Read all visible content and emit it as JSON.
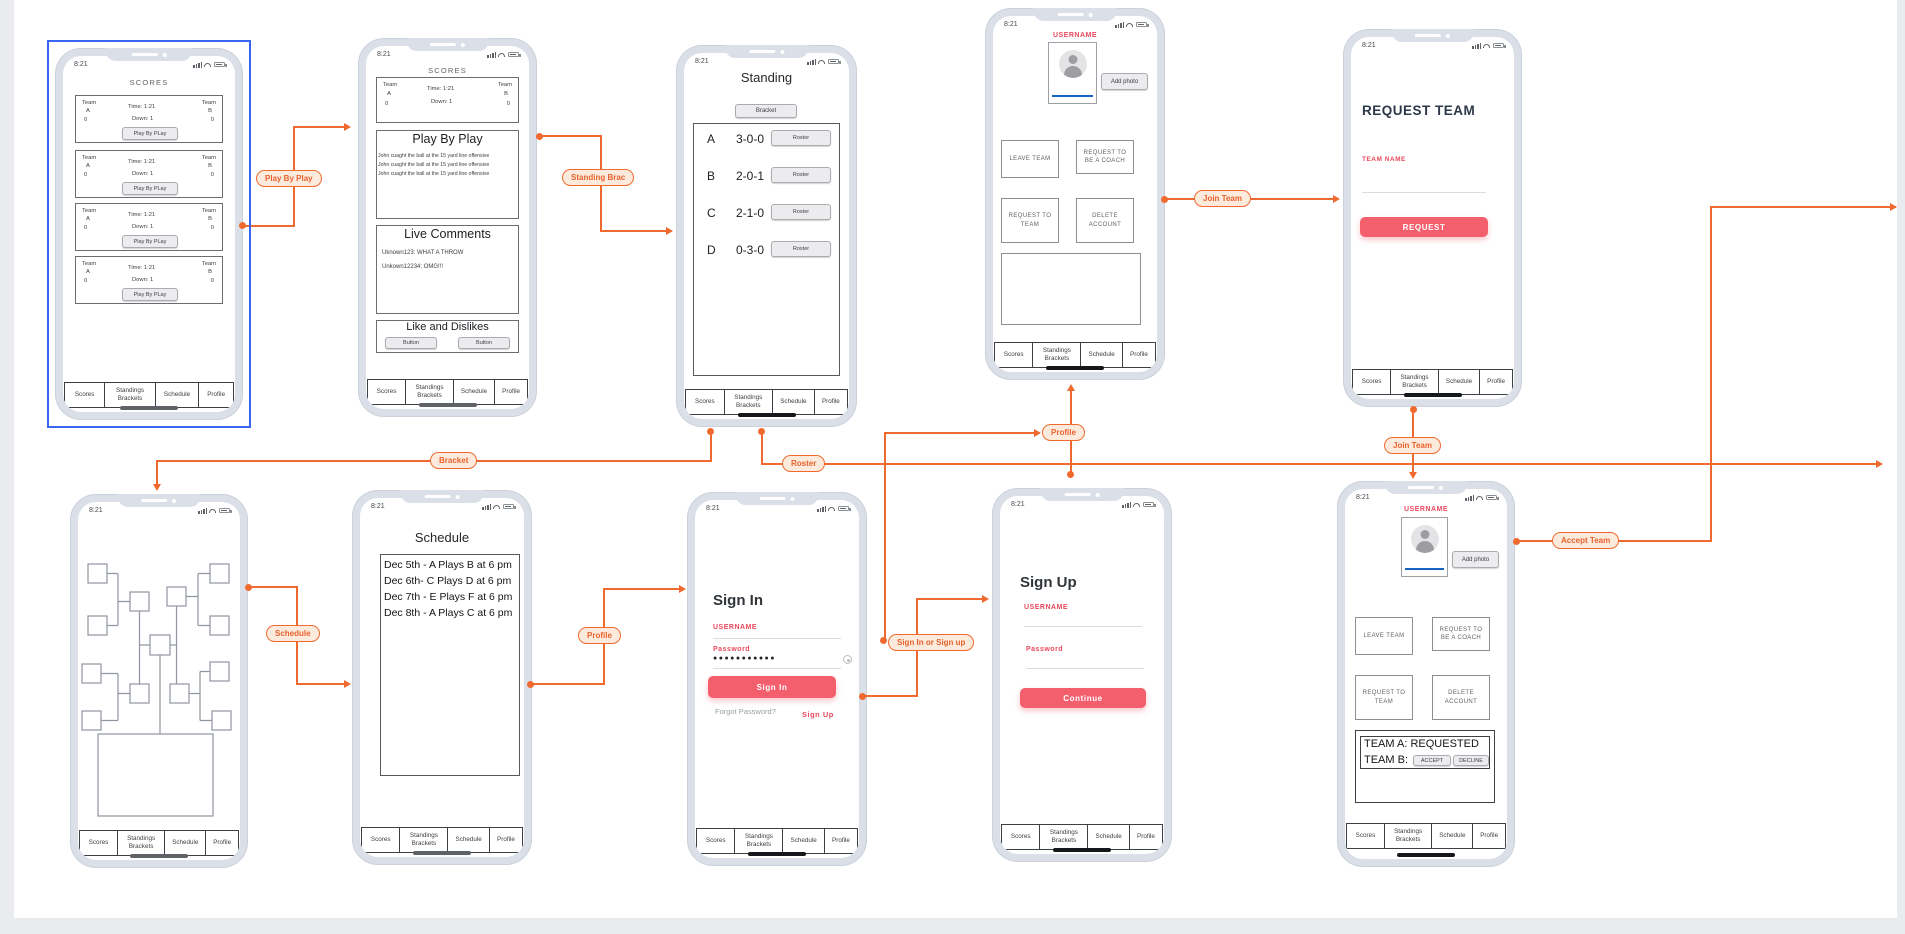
{
  "status": {
    "time": "8:21"
  },
  "nav": {
    "scores": "Scores",
    "standings": "Standings Brackets",
    "schedule": "Schedule",
    "profile": "Profile"
  },
  "scorecard": {
    "team_label": "Team",
    "team_a": "A",
    "team_b": "B",
    "score": "0",
    "time": "Time: 1:21",
    "down": "Down: 1",
    "button": "Play By PLay"
  },
  "screens": {
    "scores": {
      "title": "SCORES"
    },
    "game": {
      "title": "SCORES",
      "pbp_title": "Play By Play",
      "pbp_line": "John cuaght the ball at the 15 yard line offensive",
      "comments_title": "Live Comments",
      "comment_1": "Uknown123: WHAT A THROW",
      "comment_2": "Unkown12234: OMG!!!",
      "likes_title": "Like and Dislikes",
      "like_button": "Button"
    },
    "standing": {
      "title": "Standing",
      "bracket_button": "Bracket",
      "roster_button": "Roster",
      "rows": [
        {
          "team": "A",
          "record": "3-0-0"
        },
        {
          "team": "B",
          "record": "2-0-1"
        },
        {
          "team": "C",
          "record": "2-1-0"
        },
        {
          "team": "D",
          "record": "0-3-0"
        }
      ]
    },
    "profile": {
      "username": "USERNAME",
      "add_photo": "Add photo",
      "leave_team": "LEAVE TEAM",
      "request_coach": "REQUEST TO BE A COACH",
      "request_team": "REQUEST TO TEAM",
      "delete_account": "DELETE ACCOUNT"
    },
    "request_team": {
      "title": "REQUEST TEAM",
      "team_name_label": "TEAM NAME",
      "request_button": "REQUEST"
    },
    "schedule": {
      "title": "Schedule",
      "items": [
        "Dec 5th - A Plays B at 6 pm",
        "Dec 6th- C Plays D at 6 pm",
        "Dec 7th - E Plays F at 6 pm",
        "Dec 8th - A Plays C at 6 pm"
      ]
    },
    "sign_in": {
      "title": "Sign In",
      "username_label": "USERNAME",
      "password_label": "Password",
      "password_value": "●●●●●●●●●●●",
      "button": "Sign In",
      "forgot": "Forgot Password?",
      "sign_up": "Sign Up"
    },
    "sign_up": {
      "title": "Sign Up",
      "username_label": "USERNAME",
      "password_label": "Password",
      "button": "Continue"
    },
    "requests": {
      "team_a": "TEAM A: REQUESTED",
      "team_b": "TEAM B:",
      "accept": "ACCEPT",
      "decline": "DECLINE"
    }
  },
  "connectors": {
    "play_by_play": "Play By Play",
    "standing_brac": "Standing Brac",
    "join_team_top": "Join Team",
    "profile_top": "Profile",
    "bracket": "Bracket",
    "roster": "Roster",
    "schedule": "Schedule",
    "profile_bottom": "Profile",
    "sign_in_or_sign_up": "Sign In or Sign up",
    "join_team_bottom": "Join Team",
    "accept_team": "Accept Team"
  },
  "colors": {
    "accent_orange": "#F06A2F",
    "accent_pink": "#F45F6E",
    "label_red": "#E8485C",
    "title_navy": "#2D3848",
    "selection_blue": "#3B66F5",
    "progress_blue": "#1565C0"
  }
}
